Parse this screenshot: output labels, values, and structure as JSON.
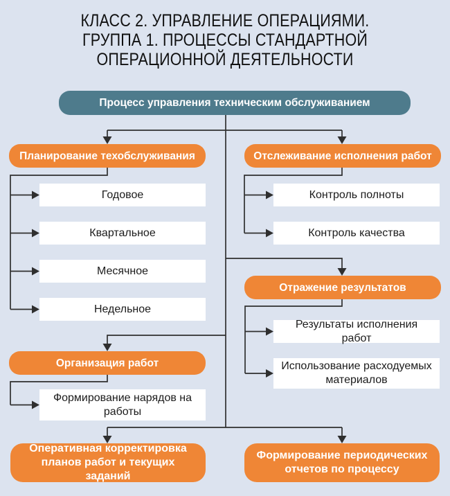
{
  "title_lines": [
    "КЛАСС 2. УПРАВЛЕНИЕ ОПЕРАЦИЯМИ.",
    "ГРУППА 1. ПРОЦЕССЫ СТАНДАРТНОЙ",
    "ОПЕРАЦИОННОЙ ДЕЯТЕЛЬНОСТИ"
  ],
  "nodes": {
    "root": {
      "label": "Процесс управления техническим обслуживанием"
    },
    "planning": {
      "label": "Планирование техобслуживания"
    },
    "planning_items": [
      "Годовое",
      "Квартальное",
      "Месячное",
      "Недельное"
    ],
    "tracking": {
      "label": "Отслеживание исполнения работ"
    },
    "tracking_items": [
      "Контроль полноты",
      "Контроль качества"
    ],
    "reflection": {
      "label": "Отражение результатов"
    },
    "reflection_items": [
      "Результаты исполнения работ",
      "Использование расходуемых материалов"
    ],
    "organization": {
      "label": "Организация работ"
    },
    "organization_items": [
      "Формирование нарядов на работы"
    ],
    "bottom_left": {
      "label": "Оперативная корректировка планов работ и текущих заданий"
    },
    "bottom_right": {
      "label": "Формирование периодических отчетов по процессу"
    }
  },
  "colors": {
    "background": "#dce3ef",
    "root_fill": "#4e7b8c",
    "branch_fill": "#ef8636",
    "leaf_fill": "#ffffff",
    "line": "#2f2f2f",
    "title_text": "#111111",
    "branch_text": "#ffffff",
    "leaf_text": "#1b1b1b"
  }
}
